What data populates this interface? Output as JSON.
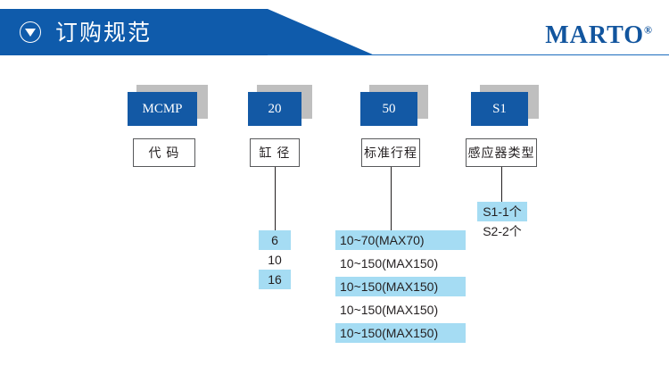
{
  "header": {
    "title": "订购规范",
    "icon": "circle-down-triangle-icon",
    "brand": "MARTO",
    "brand_mark": "®",
    "banner_color": "#0F5BAB",
    "brand_color": "#12559E"
  },
  "colors": {
    "box_blue": "#1359A5",
    "box_shadow": "#BFBFBF",
    "highlight": "#A5DCF3",
    "line": "#231F20"
  },
  "columns": [
    {
      "code": "MCMP",
      "label": "代 码",
      "has_connector": false,
      "options": []
    },
    {
      "code": "20",
      "label": "缸 径",
      "has_connector": true,
      "options": [
        {
          "text": "6",
          "highlighted": true
        },
        {
          "text": "10",
          "highlighted": false
        },
        {
          "text": "16",
          "highlighted": true
        }
      ]
    },
    {
      "code": "50",
      "label": "标准行程",
      "has_connector": true,
      "options": [
        {
          "text": "10~70(MAX70)",
          "highlighted": true
        },
        {
          "text": "10~150(MAX150)",
          "highlighted": false
        },
        {
          "text": "10~150(MAX150)",
          "highlighted": true
        },
        {
          "text": "10~150(MAX150)",
          "highlighted": false
        },
        {
          "text": "10~150(MAX150)",
          "highlighted": true
        }
      ]
    },
    {
      "code": "S1",
      "label": "感应器类型",
      "has_connector": true,
      "options": [
        {
          "text": "S1-1个",
          "highlighted": true
        },
        {
          "text": "S2-2个",
          "highlighted": false
        }
      ]
    }
  ]
}
